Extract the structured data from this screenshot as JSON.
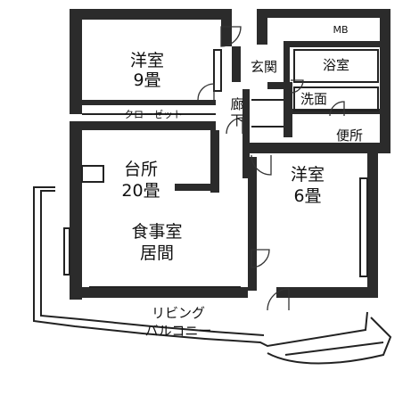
{
  "rooms": {
    "western_9": {
      "line1": "洋室",
      "line2": "9畳"
    },
    "entrance": {
      "label": "玄関"
    },
    "bath": {
      "label": "浴室"
    },
    "mb": {
      "label": "MB"
    },
    "closet": {
      "label": "クローゼット"
    },
    "hall": {
      "line1": "廊",
      "line2": "下"
    },
    "washroom": {
      "label": "洗面"
    },
    "toilet": {
      "label": "便所"
    },
    "kitchen": {
      "line1": "台所",
      "line2": "20畳"
    },
    "dining": {
      "line1": "食事室",
      "line2": "居間"
    },
    "western_6": {
      "line1": "洋室",
      "line2": "6畳"
    },
    "balcony": {
      "line1": "リビング",
      "line2": "バルコニー"
    }
  }
}
